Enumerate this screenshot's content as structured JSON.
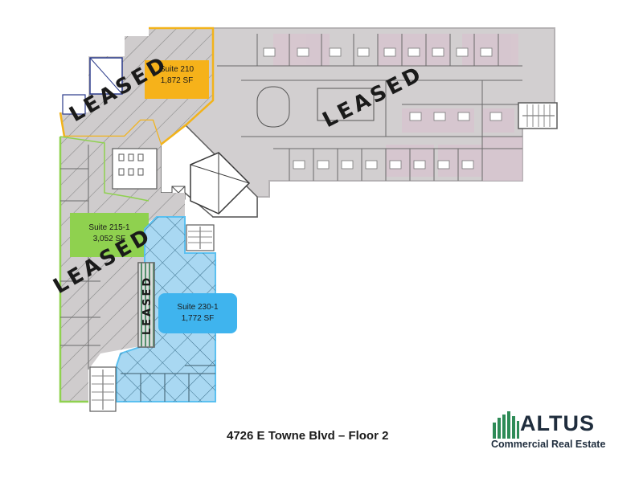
{
  "colors": {
    "leased_area": "#cfcccd",
    "leased_border": "#b9b6b8",
    "suite_210_accent": "#f2b31b",
    "suite_215_accent": "#8fd14f",
    "suite_230_accent": "#5bc0f0",
    "wall": "#5b5b5b",
    "logo_dark": "#1f2d3d",
    "logo_green": "#2e8b57"
  },
  "suites": [
    {
      "id": "suite-210",
      "name": "Suite 210",
      "area": "1,872 SF"
    },
    {
      "id": "suite-215-1",
      "name": "Suite 215-1",
      "area": "3,052 SF"
    },
    {
      "id": "suite-230-1",
      "name": "Suite 230-1",
      "area": "1,772 SF"
    }
  ],
  "leased_stamp": "LEASED",
  "caption": "4726 E Towne Blvd – Floor 2",
  "logo": {
    "name": "ALTUS",
    "tagline": "Commercial Real Estate"
  }
}
